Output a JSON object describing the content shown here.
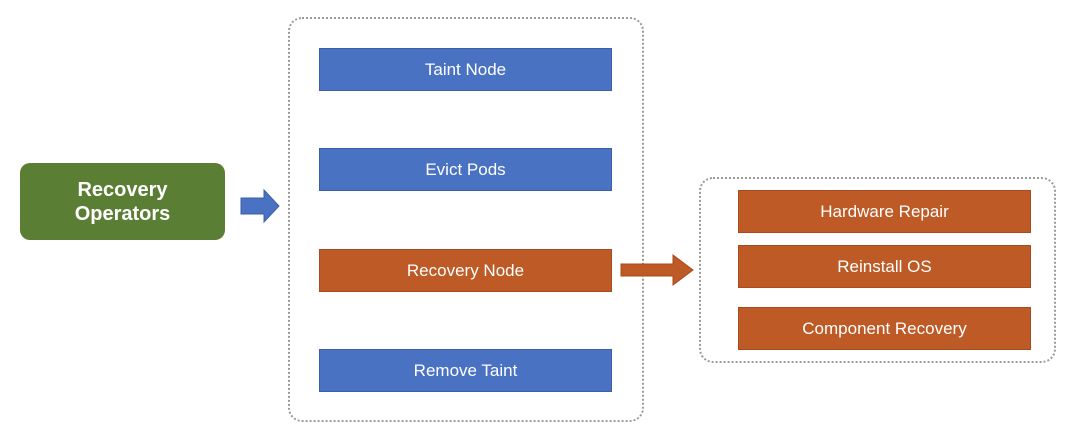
{
  "colors": {
    "source": "#5a7f34",
    "step_blue": "#4a72c2",
    "step_orange": "#bd5a26",
    "container_border": "#9a9a9a"
  },
  "source": {
    "label": "Recovery Operators"
  },
  "workflow": {
    "steps": [
      {
        "label": "Taint Node",
        "color": "blue"
      },
      {
        "label": "Evict Pods",
        "color": "blue"
      },
      {
        "label": "Recovery Node",
        "color": "orange"
      },
      {
        "label": "Remove Taint",
        "color": "blue"
      }
    ]
  },
  "recovery_options": {
    "items": [
      {
        "label": "Hardware Repair"
      },
      {
        "label": "Reinstall OS"
      },
      {
        "label": "Component Recovery"
      }
    ]
  }
}
